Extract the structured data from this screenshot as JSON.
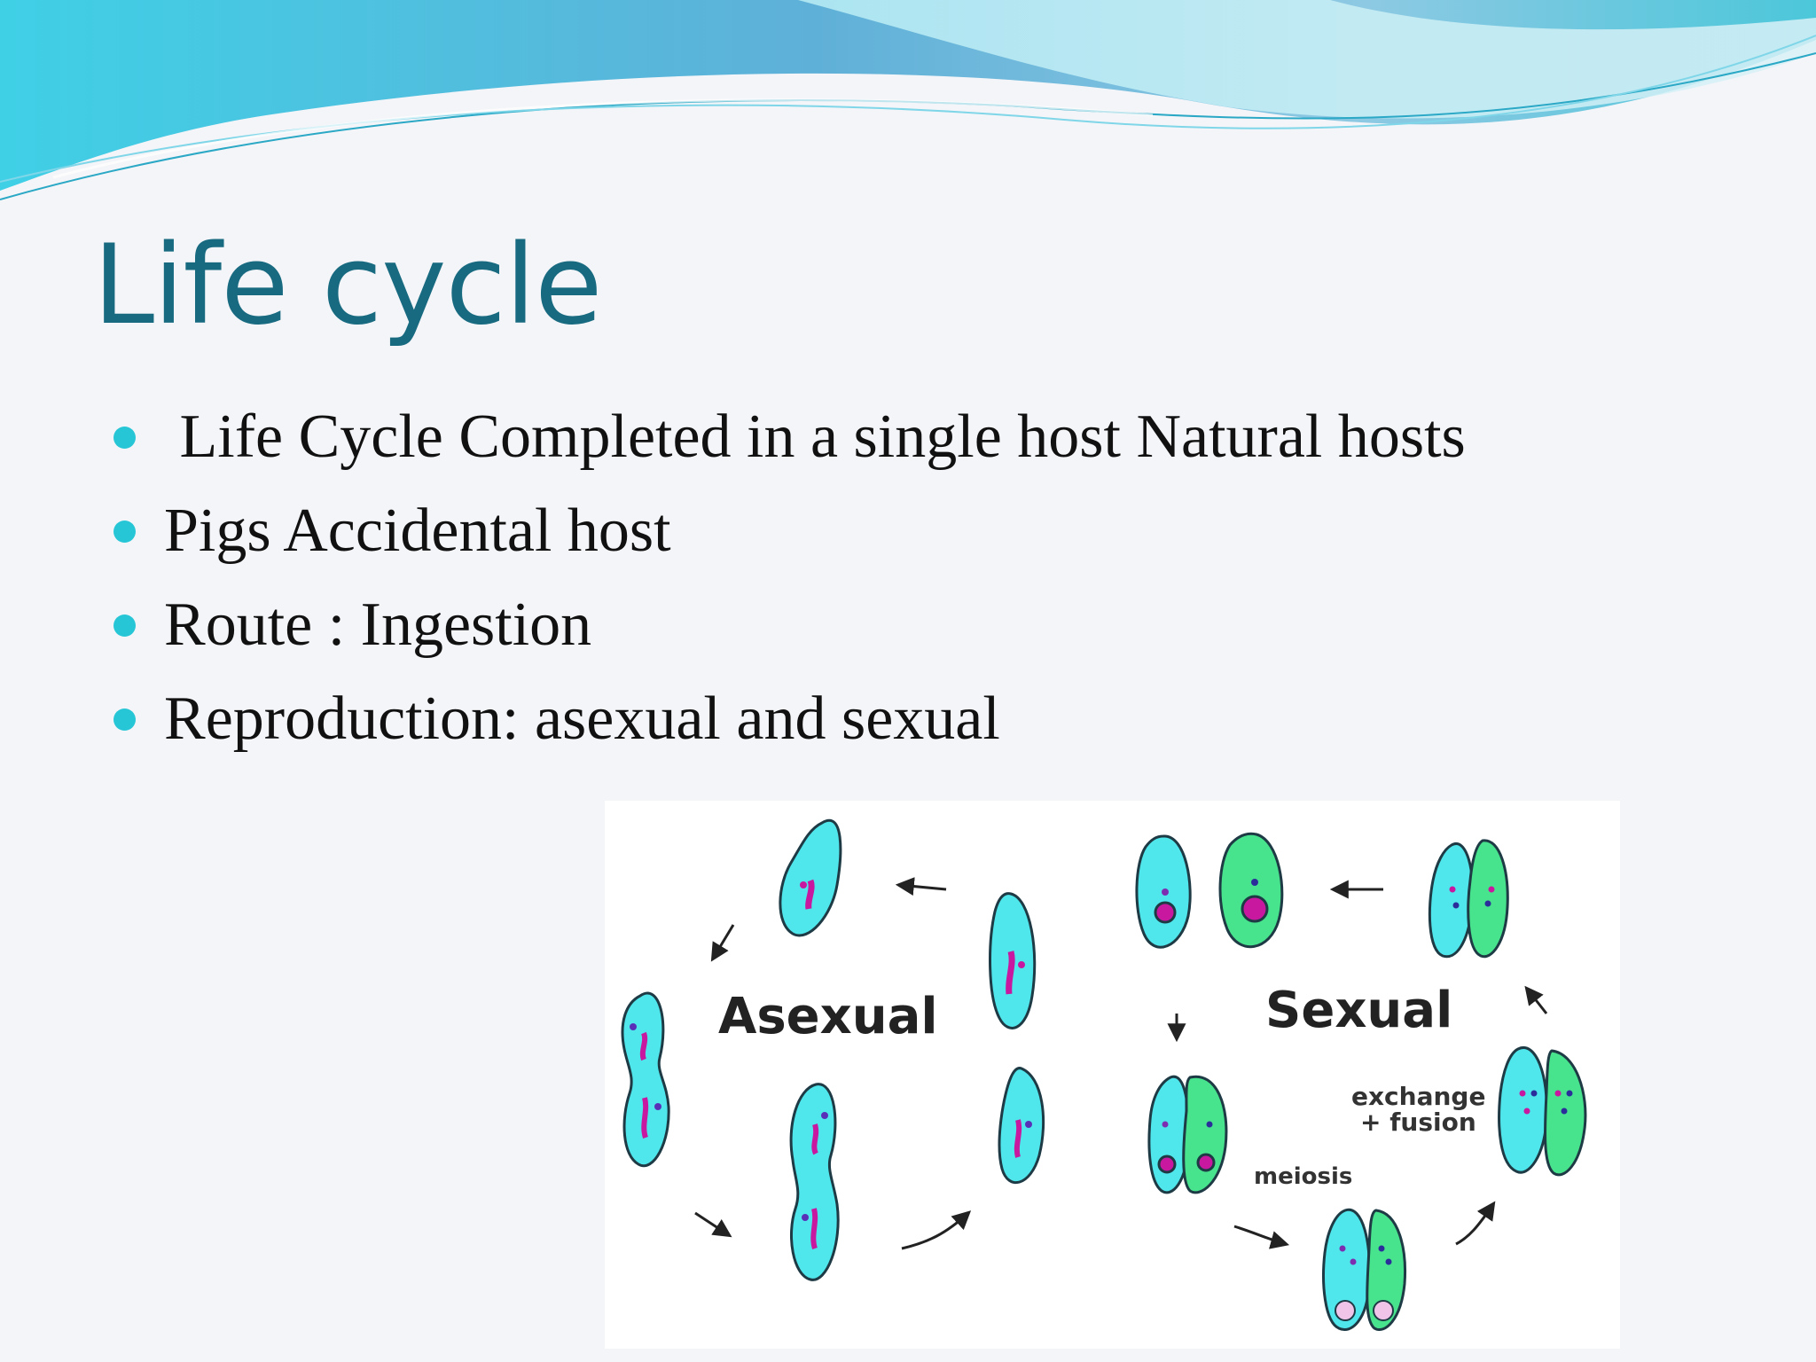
{
  "slide": {
    "title": "Life cycle",
    "bullets": [
      " Life Cycle Completed in a single host Natural hosts",
      "Pigs Accidental host",
      "Route : Ingestion",
      "Reproduction: asexual and sexual"
    ]
  },
  "figure": {
    "asexual_label": "Asexual",
    "sexual_label": "Sexual",
    "exchange_label_1": "exchange",
    "exchange_label_2": "+ fusion",
    "meiosis_label": "meiosis"
  },
  "colors": {
    "title": "#176a80",
    "bullet": "#27c6d6",
    "cell_cyan": "#4fe7ec",
    "cell_green": "#48e38d",
    "nucleus": "#c8189f"
  }
}
